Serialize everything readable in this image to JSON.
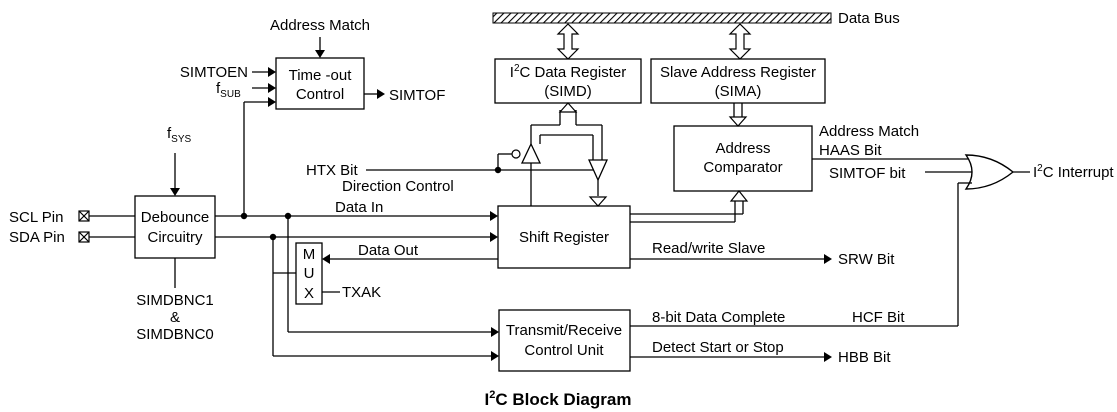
{
  "caption": {
    "prefix": "I",
    "sup": "2",
    "rest": "C Block Diagram"
  },
  "data_bus": {
    "label": "Data Bus"
  },
  "pins": {
    "scl": "SCL Pin",
    "sda": "SDA Pin"
  },
  "signals": {
    "f_sys_main": "f",
    "f_sys_sub": "SYS",
    "f_sub_main": "f",
    "f_sub_sub": "SUB",
    "address_match_top": "Address Match",
    "simtoen": "SIMTOEN",
    "simtof_out": "SIMTOF",
    "htx_bit": "HTX Bit",
    "direction_control": "Direction Control",
    "data_in": "Data In",
    "data_out": "Data Out",
    "txak": "TXAK",
    "simdbnc_line1": "SIMDBNC1",
    "simdbnc_amp": "&",
    "simdbnc_line2": "SIMDBNC0",
    "address_match_right": "Address Match",
    "haas_bit": "HAAS Bit",
    "simtof_bit": "SIMTOF bit",
    "i2c_interrupt_pre": "I",
    "i2c_interrupt_sup": "2",
    "i2c_interrupt_rest": "C Interrupt",
    "read_write_slave": "Read/write Slave",
    "srw_bit": "SRW Bit",
    "data_complete": "8-bit Data Complete",
    "hcf_bit": "HCF Bit",
    "detect_start_stop": "Detect Start or Stop",
    "hbb_bit": "HBB Bit"
  },
  "blocks": {
    "timeout": {
      "line1": "Time -out",
      "line2": "Control"
    },
    "i2c_data_reg": {
      "pre": "I",
      "sup": "2",
      "rest": "C Data Register",
      "line2": "(SIMD)"
    },
    "slave_addr_reg": {
      "line1": "Slave Address Register",
      "line2": "(SIMA)"
    },
    "addr_comparator": {
      "line1": "Address",
      "line2": "Comparator"
    },
    "debounce": {
      "line1": "Debounce",
      "line2": "Circuitry"
    },
    "shift_reg": {
      "line1": "Shift Register"
    },
    "mux": {
      "l1": "M",
      "l2": "U",
      "l3": "X"
    },
    "tr_unit": {
      "line1": "Transmit/Receive",
      "line2": "Control Unit"
    }
  }
}
